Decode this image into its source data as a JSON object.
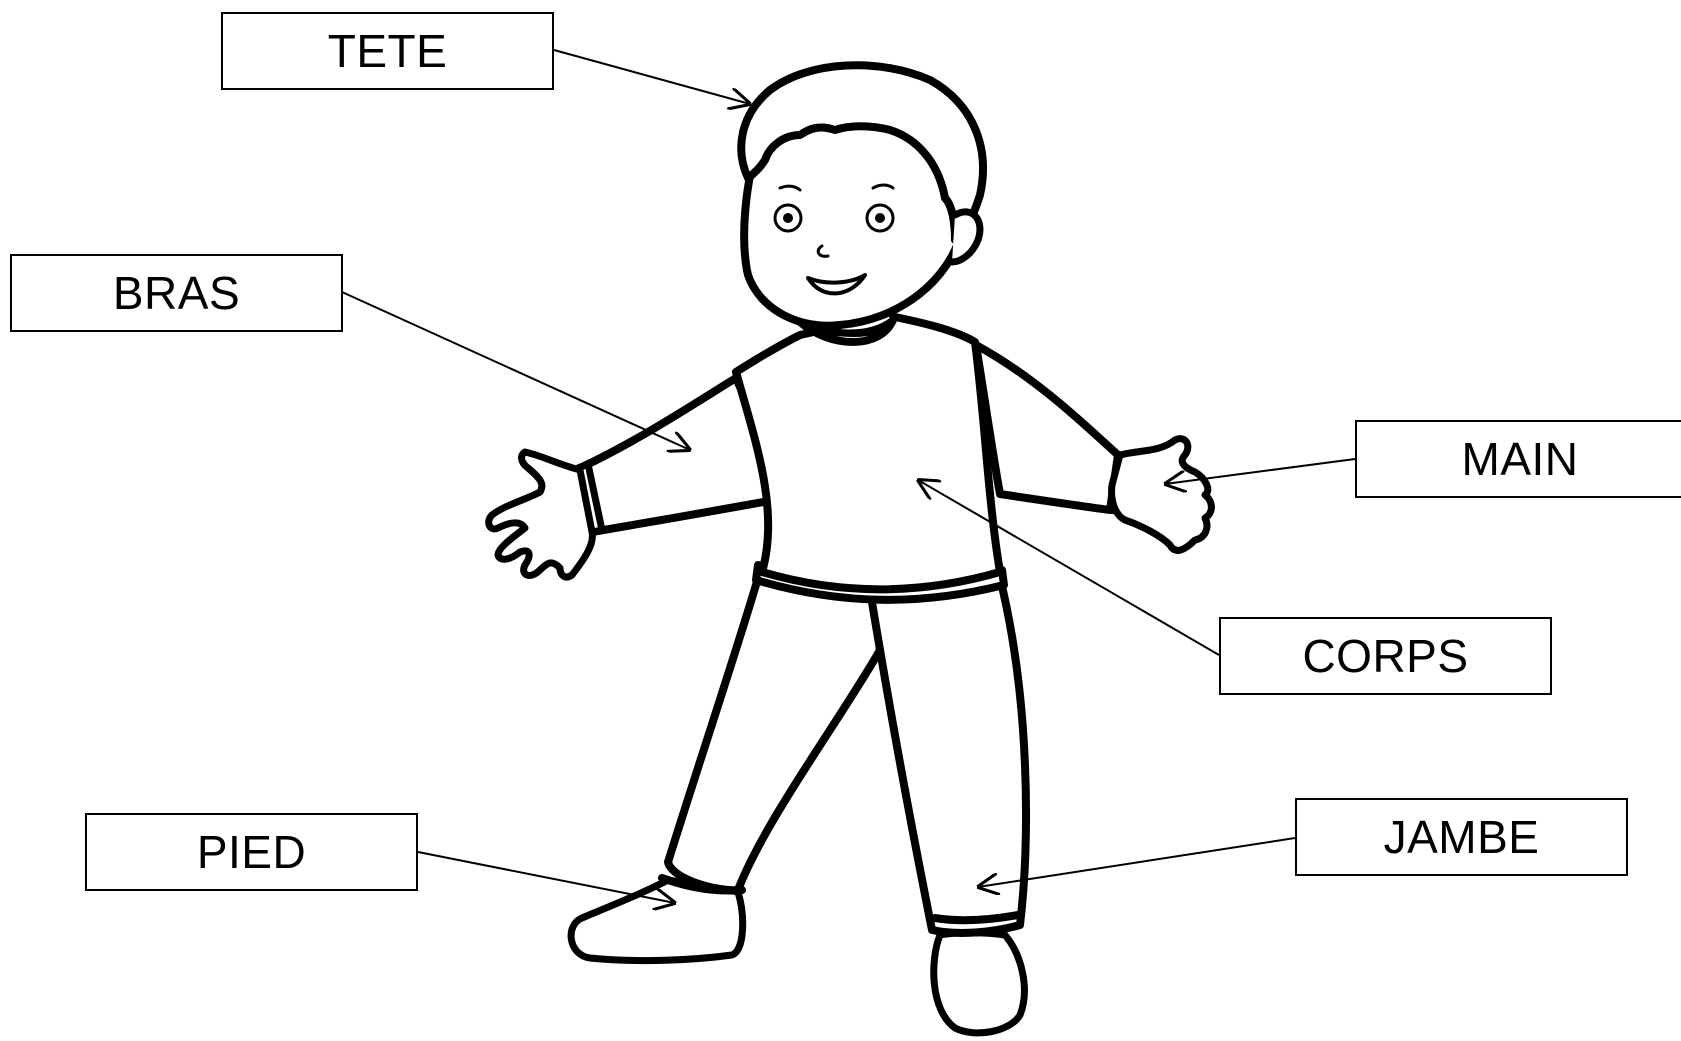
{
  "labels": {
    "tete": "TETE",
    "bras": "BRAS",
    "main": "MAIN",
    "corps": "CORPS",
    "pied": "PIED",
    "jambe": "JAMBE"
  },
  "colors": {
    "line": "#000000",
    "background": "#ffffff"
  }
}
